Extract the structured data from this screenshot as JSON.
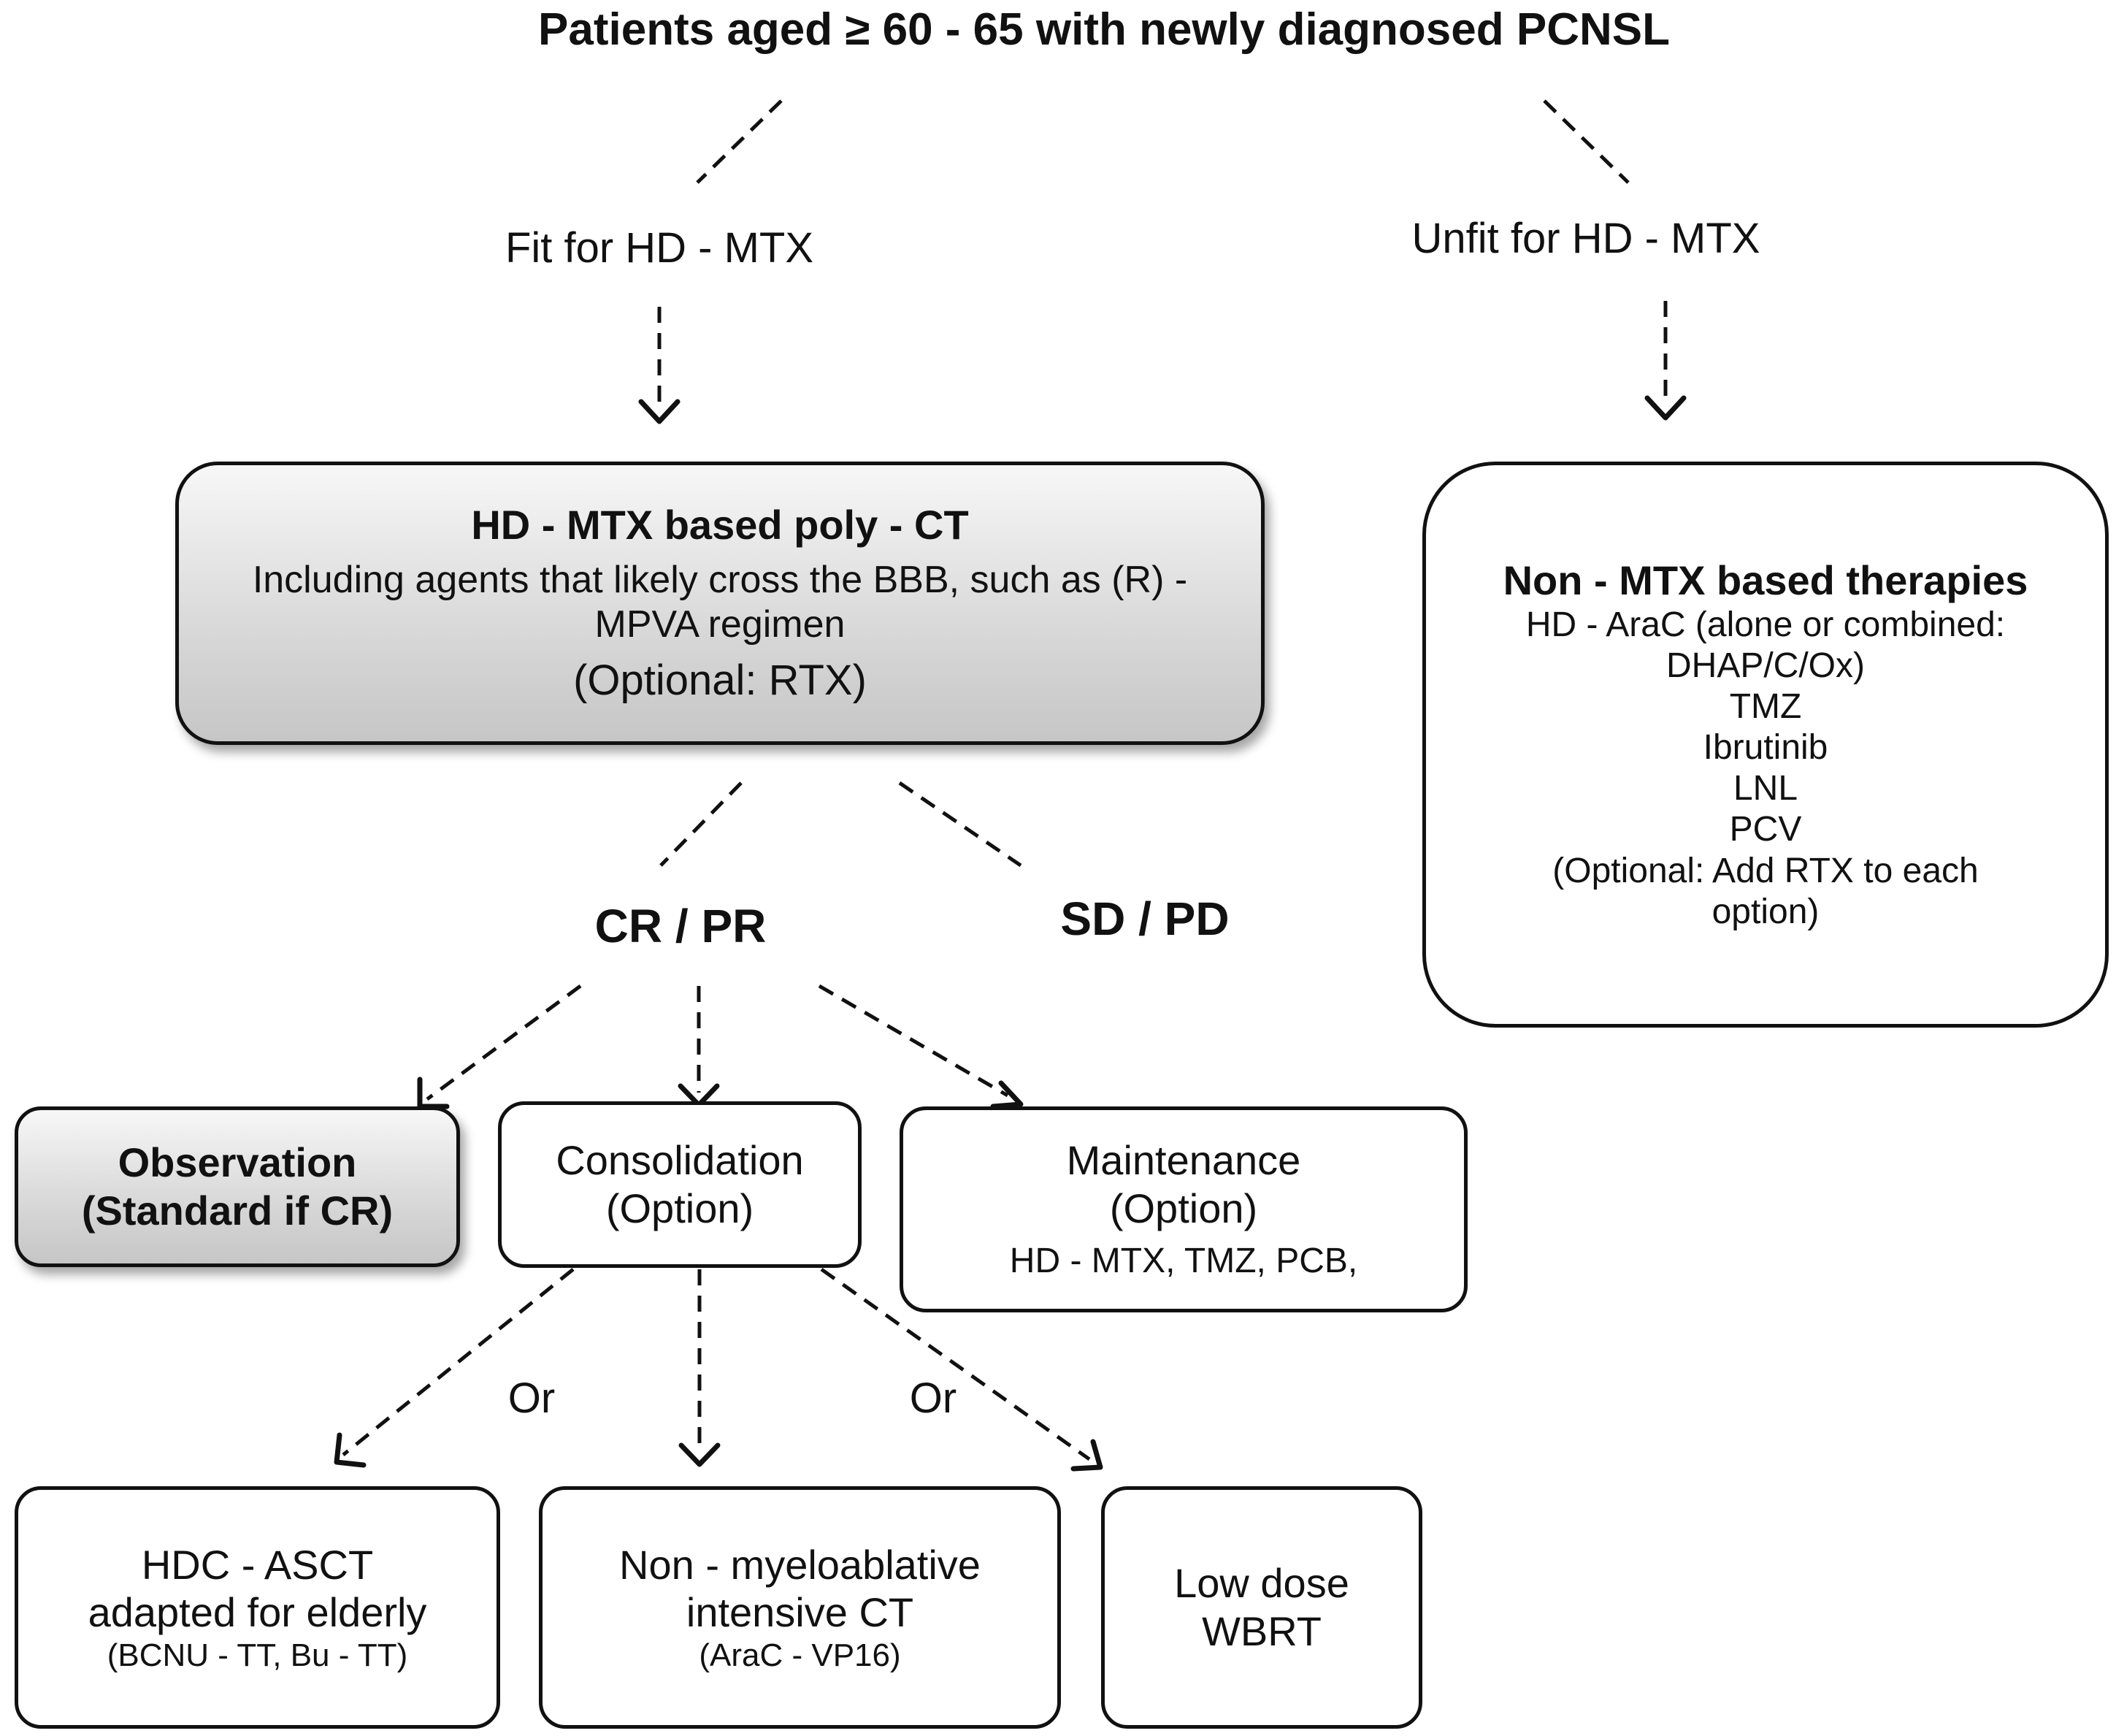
{
  "title": "Patients aged ≥ 60 - 65 with newly diagnosed PCNSL",
  "fit_label": "Fit for HD - MTX",
  "unfit_label": "Unfit for HD - MTX",
  "hd_mtx_box": {
    "title": "HD - MTX based poly - CT",
    "line1": "Including agents that likely cross the BBB, such as (R) -",
    "line2": "MPVA regimen",
    "optional": "(Optional: RTX)"
  },
  "non_mtx_box": {
    "title": "Non - MTX based therapies",
    "lines": [
      "HD - AraC (alone or combined:",
      "DHAP/C/Ox)",
      "TMZ",
      "Ibrutinib",
      "LNL",
      "PCV",
      "(Optional: Add RTX to each",
      "option)"
    ]
  },
  "cr_pr_label": "CR / PR",
  "sd_pd_label": "SD / PD",
  "observation_box": {
    "line1": "Observation",
    "line2": "(Standard if CR)"
  },
  "consolidation_box": {
    "line1": "Consolidation",
    "line2": "(Option)"
  },
  "maintenance_box": {
    "line1": "Maintenance",
    "line2": "(Option)",
    "line3": "HD - MTX, TMZ, PCB,"
  },
  "or_label_left": "Or",
  "or_label_right": "Or",
  "hdc_box": {
    "line1": "HDC - ASCT",
    "line2": "adapted for elderly",
    "line3": "(BCNU - TT, Bu - TT)"
  },
  "nonmyelo_box": {
    "line1": "Non - myeloablative",
    "line2": "intensive CT",
    "line3": "(AraC - VP16)"
  },
  "wbrt_box": {
    "line1": "Low dose",
    "line2": "WBRT"
  }
}
